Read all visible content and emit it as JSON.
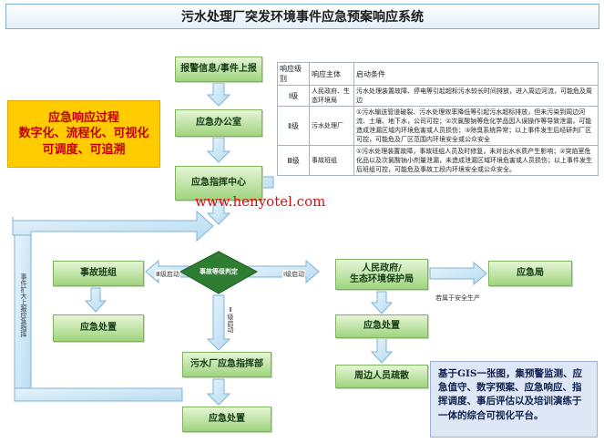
{
  "title": "污水处理厂突发环境事件应急预案响应系统",
  "callout": {
    "line1": "应急响应过程",
    "line2": "数字化、流程化、可视化",
    "line3": "可调度、可追溯"
  },
  "nodes": {
    "report": "报警信息/事件上报",
    "emergency_office": "应急办公室",
    "command_center": "应急指挥中心",
    "decision": "事故等级判定",
    "accident_team": "事故班组",
    "team_handling": "应急处置",
    "plant_command": "污水厂应急指挥部",
    "plant_handling": "应急处置",
    "gov_line1": "人民政府/",
    "gov_line2": "生态环境保护局",
    "safety_bureau": "应急局",
    "gov_handling": "应急处置",
    "evacuation": "周边人员疏散"
  },
  "edge_labels": {
    "level1": "Ⅰ级启动",
    "level2": "Ⅱ级启动",
    "level3": "Ⅲ级启动",
    "safety_note": "若属于安全生产",
    "escalate": "事件扩大上报应急指挥"
  },
  "response_table": {
    "headers": [
      "响应级别",
      "响应主体",
      "启动条件"
    ],
    "rows": [
      {
        "level": "Ⅰ级",
        "subject": "人民政府、生态环境局",
        "condition": "污水处理装置故障、停电等引起超标污水较长时间排放，进入周边河流，可能危及周边"
      },
      {
        "level": "Ⅱ级",
        "subject": "污水处理厂",
        "condition": "①污水输送管道破裂、污水处理效率降低等引起污水超标排放，但未污染到周边河流、土壤、地下水，公司可控；②次氯酸钠等危化学品因人误操作等导致泄漏，可能造成泄漏区域内环境危害或人员损伤；③除臭系统异常；以上事件发生后经研判厂区可控，可能危及厂区范围内环境安全或公众安全"
      },
      {
        "level": "Ⅲ级",
        "subject": "事故班组",
        "condition": "①污水处理装置故障，事故班组人员及时修复，未对出水水质产生影响；②突焰室危化品以及次氯酸钠小剂量泄漏，未造成泄漏区域环境危害或人员损伤；以上事件发生后班组可控，可能危及事故工段内环境安全或公众安全。"
      }
    ]
  },
  "watermark": "www.henyotel.com",
  "description": "基于GIS一张图，集预警监测、应急值守、数字预案、应急响应、指挥调度、事后评估以及培训演练于一体的综合可视化平台。",
  "colors": {
    "node_fill_top": "#e6f5d6",
    "node_fill_bottom": "#9fd47e",
    "arrow_fill": "#cfe8f7",
    "arrow_stroke": "#7fb3d5",
    "callout_fill": "#ffcc00",
    "callout_text": "#c00000",
    "desc_fill": "#dde7f5",
    "decision_fill": "#2e7d32"
  }
}
